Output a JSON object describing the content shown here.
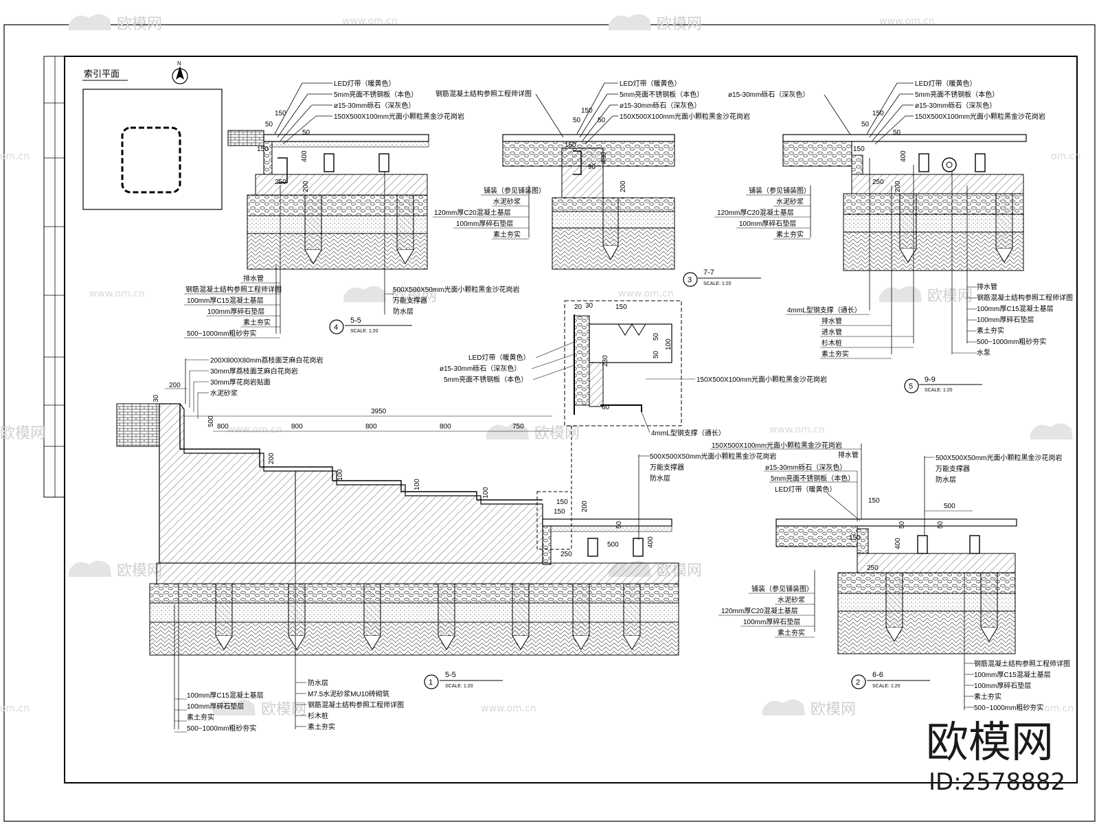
{
  "index_plan": {
    "title": "索引平面",
    "north": "N"
  },
  "sections": [
    {
      "id": "s4",
      "number": "4",
      "title": "5-5",
      "scale": "SCALE:  1:20"
    },
    {
      "id": "s3",
      "number": "3",
      "title": "7-7",
      "scale": "SCALE:  1:20"
    },
    {
      "id": "s5",
      "number": "5",
      "title": "9-9",
      "scale": "SCALE:  1:20"
    },
    {
      "id": "s1",
      "number": "1",
      "title": "5-5",
      "scale": "SCALE:  1:20"
    },
    {
      "id": "s2",
      "number": "2",
      "title": "6-6",
      "scale": "SCALE:  1:20"
    }
  ],
  "labels": {
    "a": [
      "LED灯带（暖黄色）",
      "5mm亮面不锈钢板（本色）",
      "ø15-30mm砾石（深灰色）",
      "150X500X100mm光面小颗粒黑金沙花岗岩"
    ],
    "a_bottom": [
      "排水管",
      "钢筋混凝土结构参照工程师详图",
      "100mm厚C15混凝土基层",
      "100mm厚碎石垫层",
      "素土夯实",
      "500~1000mm粗砂夯实"
    ],
    "a_right": [
      "500X500X50mm光面小颗粒黑金沙花岗岩",
      "万能支撑器",
      "防水层"
    ],
    "b_top": [
      "LED灯带（暖黄色）",
      "5mm亮面不锈钢板（本色）",
      "ø15-30mm砾石（深灰色）",
      "150X500X100mm光面小颗粒黑金沙花岗岩"
    ],
    "b_left": "钢筋混凝土结构参照工程师详图",
    "b_bottom": [
      "铺装（参见铺装图）",
      "水泥砂浆",
      "120mm厚C20混凝土基层",
      "100mm厚碎石垫层",
      "素土夯实"
    ],
    "c_top_left": "ø15-30mm砾石（深灰色）",
    "c_top": [
      "LED灯带（暖黄色）",
      "5mm亮面不锈钢板（本色）",
      "ø15-30mm砾石（深灰色）",
      "150X500X100mm光面小颗粒黑金沙花岗岩"
    ],
    "c_left": [
      "铺装（参见铺装图）",
      "水泥砂浆",
      "120mm厚C20混凝土基层",
      "100mm厚碎石垫层",
      "素土夯实"
    ],
    "c_bottom": [
      "4mmL型钢支撑（通长）",
      "排水管",
      "进水管",
      "杉木桩",
      "素土夯实"
    ],
    "c_right": [
      "排水管",
      "钢筋混凝土结构参照工程师详图",
      "100mm厚C15混凝土基层",
      "100mm厚碎石垫层",
      "素土夯实",
      "500~1000mm粗砂夯实",
      "水泵"
    ],
    "d_left": [
      "LED灯带（暖黄色）",
      "ø15-30mm砾石（深灰色）",
      "5mm亮面不锈钢板（本色）"
    ],
    "d_right": "150X500X100mm光面小颗粒黑金沙花岗岩",
    "d_bottom": "4mmL型钢支撑（通长）",
    "e_top": [
      "200X800X80mm荔枝面芝麻白花岗岩",
      "30mm厚荔枝面芝麻白花岗岩",
      "30mm厚花岗岩贴面",
      "水泥砂浆"
    ],
    "e_right": [
      "500X500X50mm光面小颗粒黑金沙花岗岩",
      "万能支撑器",
      "防水层"
    ],
    "e_bottom_left": [
      "100mm厚C15混凝土基层",
      "100mm厚碎石垫层",
      "素土夯实",
      "500~1000mm粗砂夯实"
    ],
    "e_bottom_mid": [
      "防水层",
      "M7.5水泥砂浆MU10砖砌筑",
      "钢筋混凝土结构参照工程师详图",
      "杉木桩",
      "素土夯实"
    ],
    "f_top": [
      "150X500X100mm光面小颗粒黑金沙花岗岩",
      "排水管",
      "ø15-30mm砾石（深灰色）",
      "5mm亮面不锈钢板（本色）",
      "LED灯带（暖黄色）"
    ],
    "f_right_top": [
      "500X500X50mm光面小颗粒黑金沙花岗岩",
      "万能支撑器",
      "防水层"
    ],
    "f_left": [
      "铺装（参见铺装图）",
      "水泥砂浆",
      "120mm厚C20混凝土基层",
      "100mm厚碎石垫层",
      "素土夯实"
    ],
    "f_right_bottom": [
      "钢筋混凝土结构参照工程师详图",
      "100mm厚C15混凝土基层",
      "100mm厚碎石垫层",
      "素土夯实",
      "500~1000mm粗砂夯实"
    ]
  },
  "dims": {
    "a": [
      "150",
      "50",
      "50",
      "150",
      "400",
      "200",
      "250"
    ],
    "b": [
      "150",
      "50",
      "50",
      "150",
      "400",
      "200",
      "90"
    ],
    "c": [
      "150",
      "50",
      "50",
      "150",
      "400",
      "200",
      "250"
    ],
    "d": [
      "20",
      "30",
      "150",
      "50",
      "100",
      "50",
      "230",
      "60"
    ],
    "e_top": [
      "200",
      "30",
      "3950",
      "500",
      "800",
      "800",
      "800",
      "800",
      "750",
      "200",
      "100",
      "100",
      "100"
    ],
    "e_right": [
      "150",
      "200",
      "150",
      "500",
      "400",
      "250",
      "50"
    ],
    "f": [
      "150",
      "150",
      "50",
      "500",
      "400",
      "250",
      "50"
    ]
  },
  "watermark": {
    "brand": "欧模网",
    "url": "www.om.cn",
    "partial": "om.cn",
    "id": "ID:2578882"
  }
}
